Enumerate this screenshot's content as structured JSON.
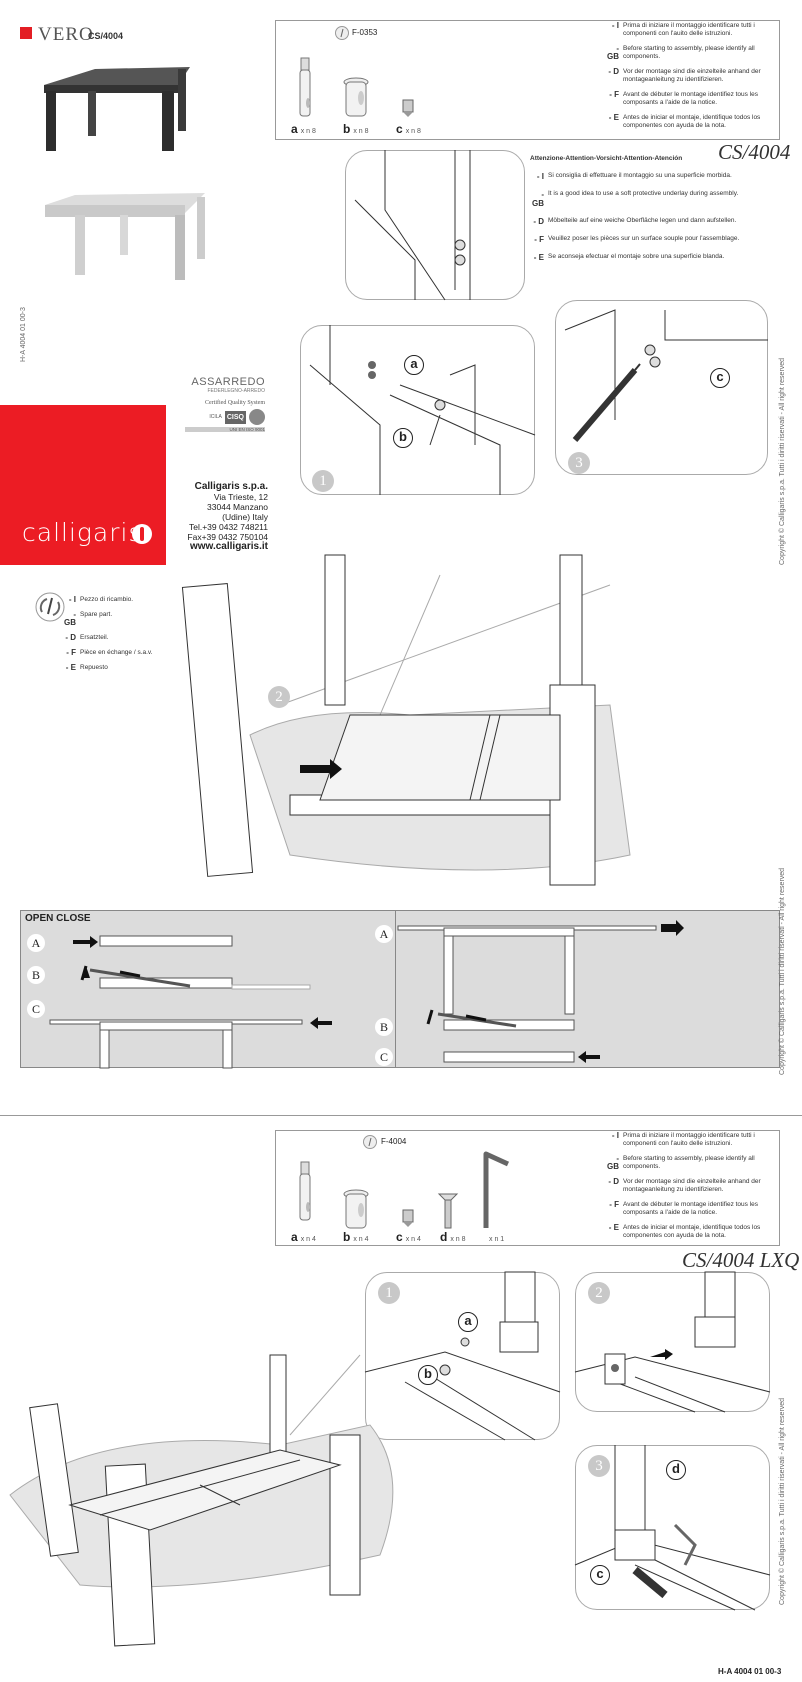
{
  "header": {
    "brand": "VERO",
    "code": "CS/4004",
    "brand_color": "#e31e24"
  },
  "side_code": "H-A 4004 01 00-3",
  "company": {
    "logo": "calligaris",
    "logo_color": "#ec1c24",
    "cert_assarredo": "ASSARREDO",
    "cert_federlegno": "FEDERLEGNO-ARREDO",
    "cert_quality": "Certified Quality System",
    "cert_cisq": "CISQ",
    "cert_icila": "ICILA",
    "cert_uni": "UNI EN ISO 9001",
    "name": "Calligaris s.p.a.",
    "address": [
      "Via Trieste, 12",
      "33044 Manzano",
      "(Udine) Italy",
      "Tel.+39 0432 748211",
      "Fax+39 0432 750104"
    ],
    "web": "www.calligaris.it"
  },
  "spare_part": {
    "icon": "spare-part-icon",
    "items": [
      {
        "code": "- I",
        "text": "Pezzo di ricambio."
      },
      {
        "code": "- GB",
        "text": "Spare part."
      },
      {
        "code": "- D",
        "text": "Ersatzteil."
      },
      {
        "code": "- F",
        "text": "Pièce en échange / s.a.v."
      },
      {
        "code": "- E",
        "text": "Repuesto"
      }
    ]
  },
  "identify_texts": [
    {
      "code": "- I",
      "text": "Prima di iniziare il montaggio identificare tutti i componenti con l'auito delle istruzioni."
    },
    {
      "code": "- GB",
      "text": "Before starting to assembly, please identify all components."
    },
    {
      "code": "- D",
      "text": "Vor der montage sind die einzelteile anhand der montageanleitung zu identifizieren."
    },
    {
      "code": "- F",
      "text": "Avant de débuter le montage identifiez tous les composants a l'aide de la notice."
    },
    {
      "code": "- E",
      "text": "Antes de iniciar el montaje, identifique todos los componentes con ayuda de la nota."
    }
  ],
  "kit1": {
    "code": "F-0353",
    "parts": [
      {
        "letter": "a",
        "qty": "x n  8"
      },
      {
        "letter": "b",
        "qty": "x n  8"
      },
      {
        "letter": "c",
        "qty": "x n  8"
      }
    ]
  },
  "model1": "CS/4004",
  "attention": {
    "heading": "Attenzione-Attention-Vorsicht-Attention-Atención",
    "items": [
      {
        "code": "- I",
        "text": "Si consiglia di effettuare il montaggio su una superficie morbida."
      },
      {
        "code": "- GB",
        "text": "It is a good idea to use a soft protective underlay during assembly."
      },
      {
        "code": "- D",
        "text": "Möbelteile auf eine weiche Oberfläche legen und dann aufstellen."
      },
      {
        "code": "- F",
        "text": "Veuillez poser les pièces sur un surface souple pour l'assemblage."
      },
      {
        "code": "- E",
        "text": "Se aconseja efectuar el montaje sobre una superficie blanda."
      }
    ]
  },
  "steps1": {
    "s1": "1",
    "s2": "2",
    "s3": "3",
    "a": "a",
    "b": "b",
    "c": "c"
  },
  "copyright": "Copyright © Calligaris s.p.a. Tutti i diritti riservati - All right reserved",
  "open_close": {
    "title": "OPEN CLOSE",
    "left": [
      "A",
      "B",
      "C"
    ],
    "right": [
      "A",
      "B",
      "C"
    ]
  },
  "kit2": {
    "code": "F-4004",
    "parts": [
      {
        "letter": "a",
        "qty": "x n  4"
      },
      {
        "letter": "b",
        "qty": "x n  4"
      },
      {
        "letter": "c",
        "qty": "x n  4"
      },
      {
        "letter": "d",
        "qty": "x n  8"
      },
      {
        "letter": "",
        "qty": "x n 1"
      }
    ]
  },
  "model2": "CS/4004 LXQ",
  "steps2": {
    "s1": "1",
    "s2": "2",
    "s3": "3",
    "a": "a",
    "b": "b",
    "c": "c",
    "d": "d"
  },
  "footer": "H-A 4004 01 00-3"
}
